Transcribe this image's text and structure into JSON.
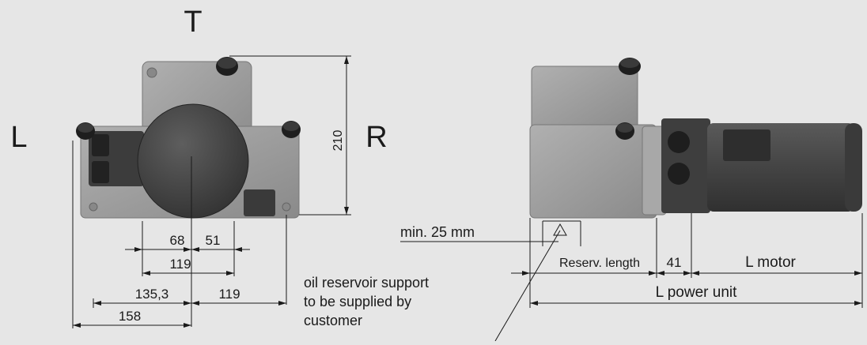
{
  "front_view": {
    "label_top": "T",
    "label_left": "L",
    "label_right": "R",
    "height_value": "210",
    "dims": {
      "d68": "68",
      "d51": "51",
      "d119_upper": "119",
      "d135": "135,3",
      "d119_lower": "119",
      "d158": "158"
    }
  },
  "note": {
    "line1": "oil reservoir support",
    "line2": "to be supplied by",
    "line3": "customer"
  },
  "side_view": {
    "min_clearance": "min. 25 mm",
    "reserv_length": "Reserv. length",
    "d41": "41",
    "l_motor": "L motor",
    "l_power_unit": "L power unit"
  },
  "colors": {
    "background": "#e6e6e6",
    "tank_light": "#9e9e9e",
    "tank_dark": "#4a4a4a",
    "cap": "#1e1e1e",
    "text": "#1a1a1a"
  }
}
